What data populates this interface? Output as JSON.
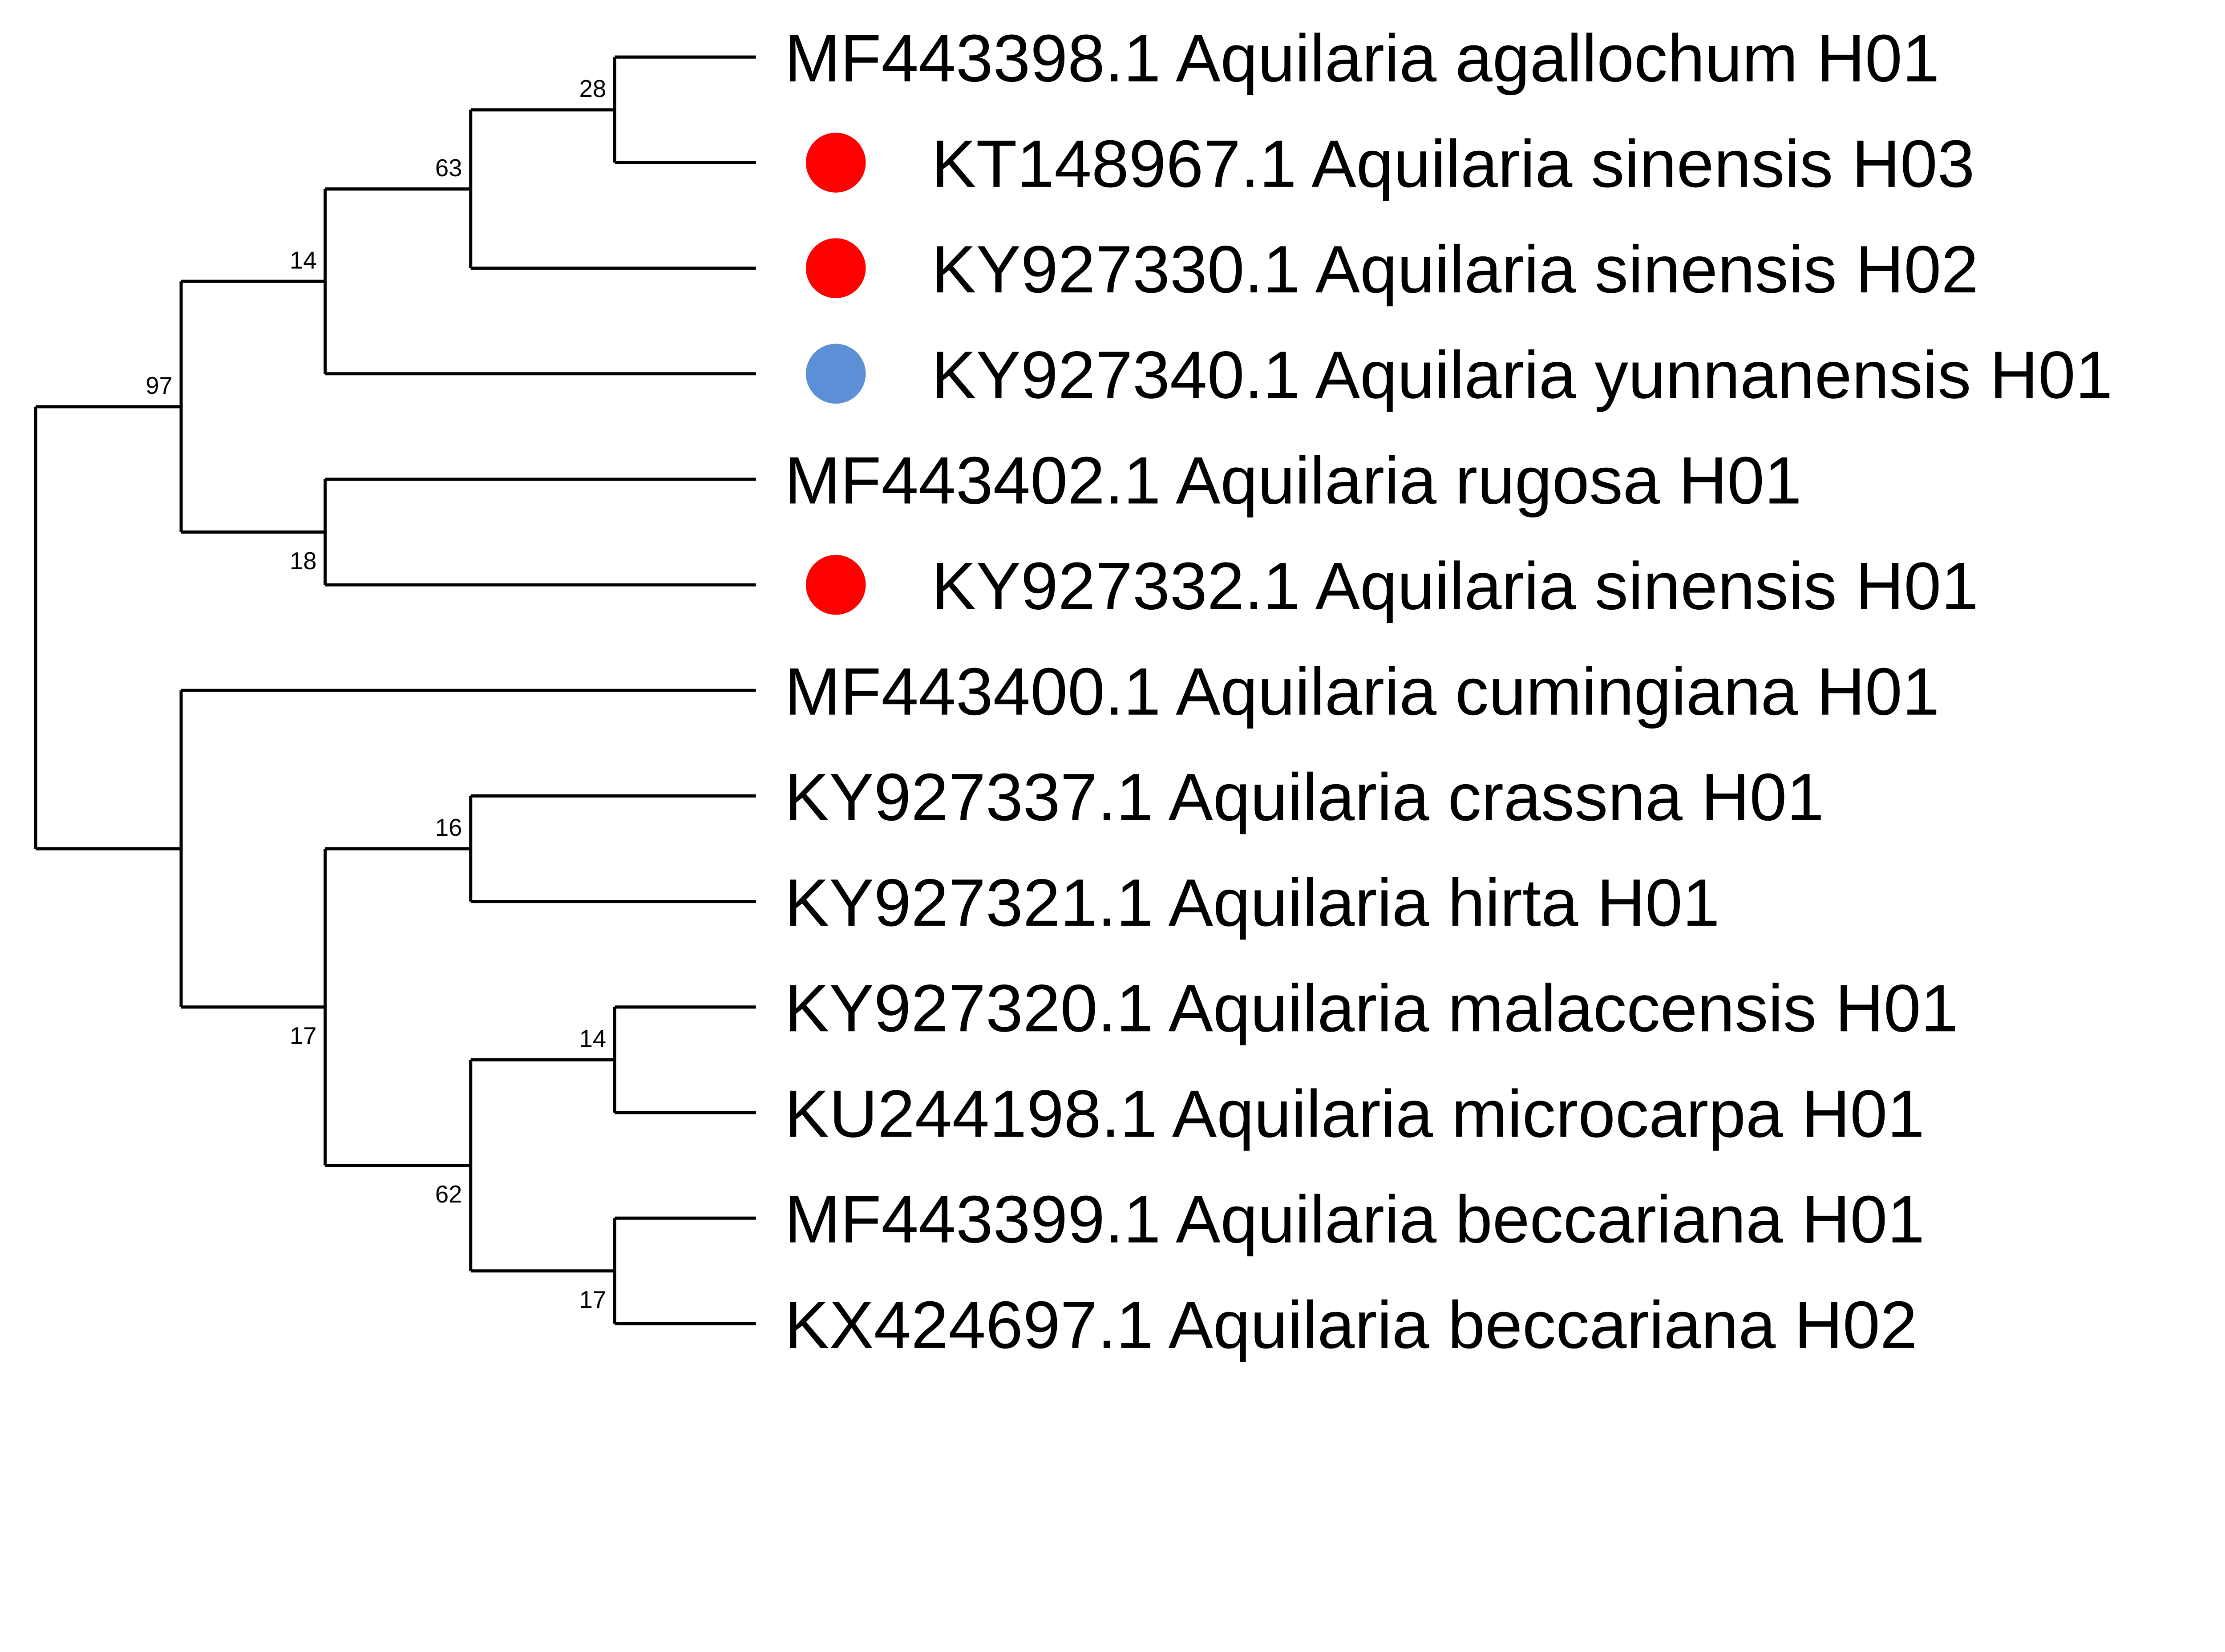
{
  "title": "Phylogenetic tree of Aquilaria haplotypes",
  "colors": {
    "line": "#000000",
    "sinensis_marker": "#ff0000",
    "yunnanensis_marker": "#5b8fd6"
  },
  "leaves": [
    {
      "label": "MF443398.1 Aquilaria agallochum H01",
      "marker": null
    },
    {
      "label": "KT148967.1 Aquilaria sinensis H03",
      "marker": "#ff0000"
    },
    {
      "label": "KY927330.1 Aquilaria sinensis H02",
      "marker": "#ff0000"
    },
    {
      "label": "KY927340.1 Aquilaria yunnanensis H01",
      "marker": "#5b8fd6"
    },
    {
      "label": "MF443402.1 Aquilaria rugosa H01",
      "marker": null
    },
    {
      "label": "KY927332.1 Aquilaria sinensis H01",
      "marker": "#ff0000"
    },
    {
      "label": "MF443400.1 Aquilaria cumingiana H01",
      "marker": null
    },
    {
      "label": "KY927337.1 Aquilaria crassna H01",
      "marker": null
    },
    {
      "label": "KY927321.1 Aquilaria hirta H01",
      "marker": null
    },
    {
      "label": "KY927320.1 Aquilaria malaccensis H01",
      "marker": null
    },
    {
      "label": "KU244198.1 Aquilaria microcarpa H01",
      "marker": null
    },
    {
      "label": "MF443399.1 Aquilaria beccariana H01",
      "marker": null
    },
    {
      "label": "KX424697.1 Aquilaria beccariana H02",
      "marker": null
    }
  ],
  "tree": {
    "support": null,
    "children": [
      {
        "support": "97",
        "label_side": "above",
        "children": [
          {
            "support": "14",
            "label_side": "above",
            "children": [
              {
                "support": "63",
                "label_side": "above",
                "children": [
                  {
                    "support": "28",
                    "label_side": "above",
                    "children": [
                      {
                        "leaf": 0
                      },
                      {
                        "leaf": 1
                      }
                    ]
                  },
                  {
                    "leaf": 2
                  }
                ]
              },
              {
                "leaf": 3
              }
            ]
          },
          {
            "support": "18",
            "label_side": "below",
            "children": [
              {
                "leaf": 4
              },
              {
                "leaf": 5
              }
            ]
          }
        ]
      },
      {
        "support": null,
        "children": [
          {
            "leaf": 6
          },
          {
            "support": "17",
            "label_side": "below",
            "children": [
              {
                "support": "16",
                "label_side": "above",
                "children": [
                  {
                    "leaf": 7
                  },
                  {
                    "leaf": 8
                  }
                ]
              },
              {
                "support": "62",
                "label_side": "below",
                "children": [
                  {
                    "support": "14",
                    "label_side": "above",
                    "children": [
                      {
                        "leaf": 9
                      },
                      {
                        "leaf": 10
                      }
                    ]
                  },
                  {
                    "support": "17",
                    "label_side": "below",
                    "children": [
                      {
                        "leaf": 11
                      },
                      {
                        "leaf": 12
                      }
                    ]
                  }
                ]
              }
            ]
          }
        ]
      }
    ]
  }
}
